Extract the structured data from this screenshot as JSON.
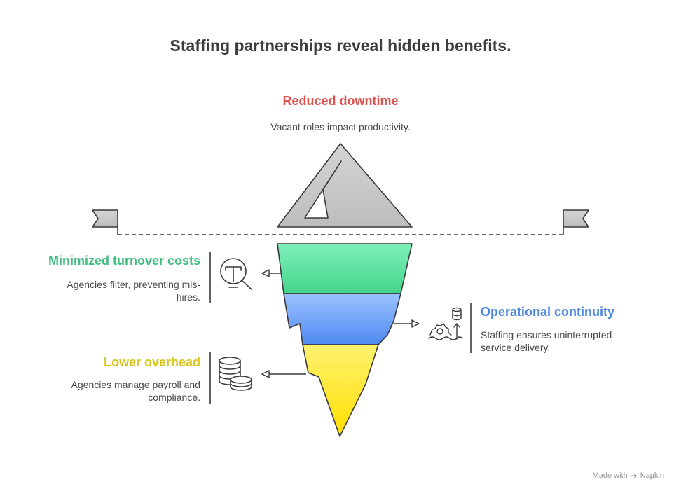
{
  "title": "Staffing partnerships reveal hidden benefits.",
  "colors": {
    "red": "#e0524d",
    "green": "#3fbf7f",
    "blue": "#4a86e0",
    "yellow": "#d9c418"
  },
  "top": {
    "heading": "Reduced downtime",
    "description": "Vacant roles impact productivity."
  },
  "left_top": {
    "heading": "Minimized turnover costs",
    "description_lines": [
      "Agencies filter, preventing mis-",
      "hires."
    ]
  },
  "left_bottom": {
    "heading": "Lower overhead",
    "description_lines": [
      "Agencies manage payroll and",
      "compliance."
    ]
  },
  "right": {
    "heading": "Operational continuity",
    "description_lines": [
      "Staffing ensures uninterrupted",
      "service delivery."
    ]
  },
  "icons": {
    "mountain": "mountain-icon",
    "left_flag": "flag-icon",
    "right_flag": "flag-icon",
    "left_top": "magnifier-filter-icon",
    "left_bottom": "coins-stack-icon",
    "right": "gear-database-icon"
  },
  "footer": {
    "prefix": "Made with",
    "brand": "Napkin"
  }
}
